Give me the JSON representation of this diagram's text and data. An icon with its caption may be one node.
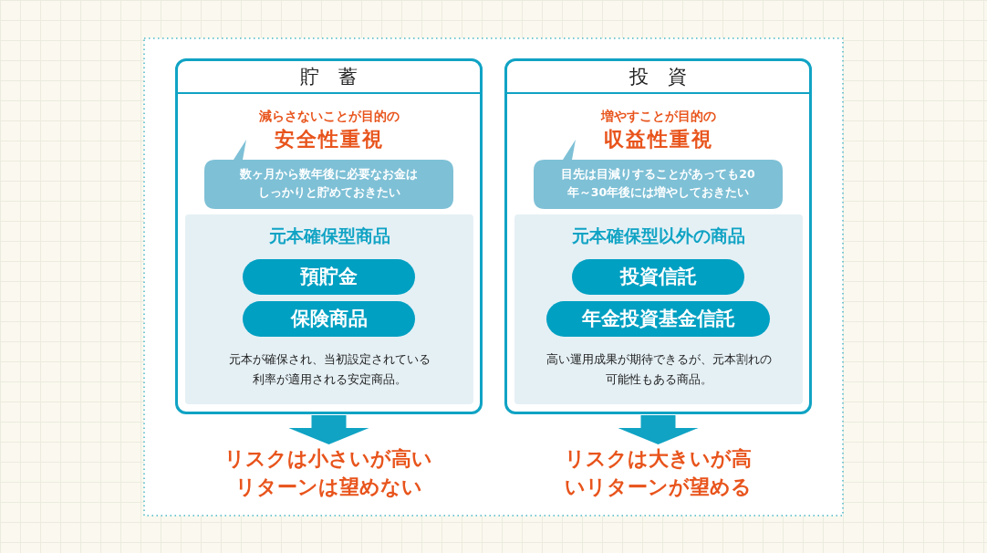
{
  "diagram": {
    "nodes": [
      {
        "text": [
          "貯　蓄",
          "減らさないことが目的の",
          "安全性重視"
        ]
      },
      {
        "text": [
          "数ヶ月から数年後に必要なお金はしっかりと貯めておきたい"
        ],
        "in": 0
      },
      {
        "text": [
          "元本確保型商品",
          "元本が確保され、当初設定されている利率が適用される安定商品。"
        ],
        "in": 0
      },
      {
        "text": [
          "預貯金"
        ],
        "in": 2
      },
      {
        "text": [
          "保険商品"
        ],
        "in": 2
      },
      {
        "text": [
          "リスクは小さいが高いリターンは望めない"
        ]
      },
      {
        "text": [
          "投　資",
          "増やすことが目的の",
          "収益性重視"
        ]
      },
      {
        "text": [
          "目先は目減りすることがあっても20年～30年後には増やしておきたい"
        ],
        "in": 6
      },
      {
        "text": [
          "元本確保型以外の商品",
          "高い運用成果が期待できるが、元本割れの可能性もある商品。"
        ],
        "in": 6
      },
      {
        "text": [
          "投資信託"
        ],
        "in": 8
      },
      {
        "text": [
          "年金投資基金信託"
        ],
        "in": 8
      },
      {
        "text": [
          "リスクは大きいが高いリターンが望める"
        ]
      }
    ],
    "edges": [
      {
        "from": 0,
        "to": 5,
        "arrow": "to"
      },
      {
        "from": 6,
        "to": 11,
        "arrow": "to"
      }
    ]
  }
}
